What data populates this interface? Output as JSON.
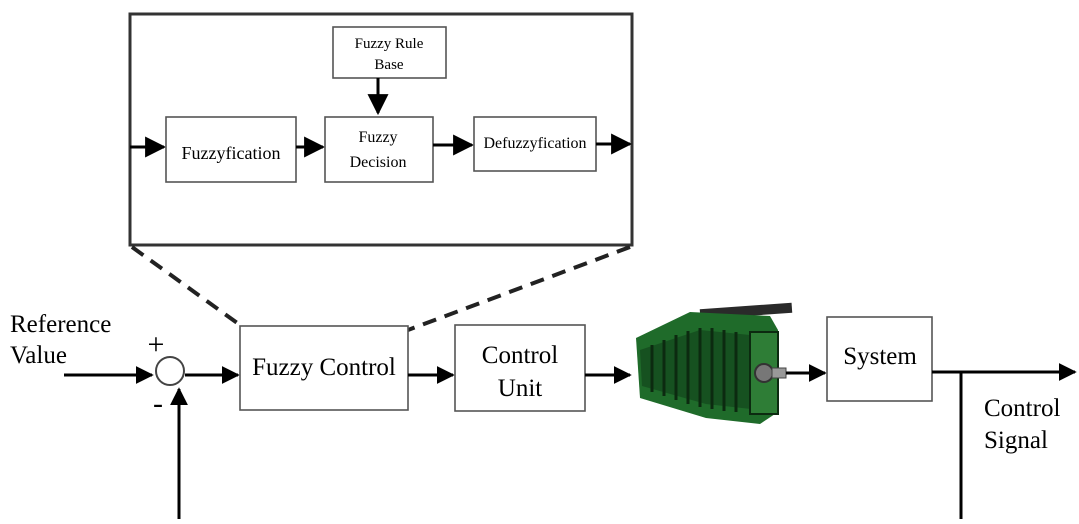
{
  "inner_blocks": {
    "rule_base": [
      "Fuzzy Rule",
      "Base"
    ],
    "fuzzyfication": "Fuzzyfication",
    "decision": [
      "Fuzzy",
      "Decision"
    ],
    "defuzzyfication": "Defuzzyfication"
  },
  "blocks": {
    "fuzzy_control": "Fuzzy Control",
    "control_unit": [
      "Control",
      "Unit"
    ],
    "system": "System"
  },
  "signals": {
    "reference": [
      "Reference",
      "Value"
    ],
    "output": [
      "Control",
      "Signal"
    ],
    "plus": "+",
    "minus": "-"
  },
  "colors": {
    "motor_body": "#1f6b2a",
    "motor_dark": "#0f3d17"
  }
}
